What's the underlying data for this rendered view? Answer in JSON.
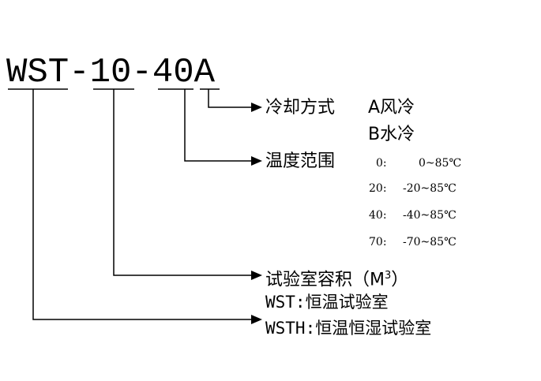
{
  "model_code": {
    "part1": "WST",
    "sep1": "-",
    "part2": "10",
    "sep2": "-",
    "part3": "40",
    "part4": "A"
  },
  "cooling": {
    "label": "冷却方式",
    "options": [
      "A风冷",
      "B水冷"
    ]
  },
  "temperature": {
    "label": "温度范围",
    "ranges": [
      {
        "code": "0:",
        "range": "0~85℃"
      },
      {
        "code": "20:",
        "range": "-20~85℃"
      },
      {
        "code": "40:",
        "range": "-40~85℃"
      },
      {
        "code": "70:",
        "range": "-70~85℃"
      }
    ]
  },
  "volume": {
    "label": "试验室容积（M",
    "sup": "3",
    "close": "）"
  },
  "chamber_type": {
    "wst": "WST:恒温试验室",
    "wsth": "WSTH:恒温恒湿试验室"
  }
}
